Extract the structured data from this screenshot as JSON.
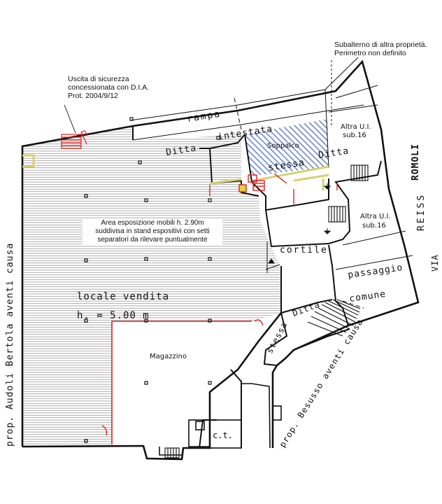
{
  "colors": {
    "wall": "#111111",
    "hatch": "#8a8a8a",
    "red": "#e01e1e",
    "yellow": "#d8d070",
    "blue_hatch": "#5577cc"
  },
  "notes": {
    "exit": [
      "Uscita di sicurezza",
      "concessionata con D.I.A.",
      "Prot. 2004/9/12"
    ],
    "subalterno": [
      "Subalterno di altra proprietà.",
      "Perimetro non definito"
    ],
    "area": [
      "Area esposizione mobili h. 2.90m",
      "suddivisa in stand espositivi con setti",
      "separatori da rilevare puntualmente"
    ]
  },
  "labels": {
    "rampa": "rampa",
    "ditta": "Ditta",
    "intestata": "intestata",
    "soppalco": "Soppalco",
    "stessa": "stessa",
    "ditta2": "Ditta",
    "altra_ui_top_1": "Altra U.I.",
    "altra_ui_top_2": "sub.16",
    "altra_ui_mid_1": "Altra U.I.",
    "altra_ui_mid_2": "sub.16",
    "cortile": "cortile",
    "passaggio": "passaggio",
    "comune": "comune",
    "locale_vendita": "locale   vendita",
    "altezza": "h. = 5.00  m",
    "magazzino": "Magazzino",
    "ct": "c.t.",
    "stessa2": "stessa",
    "ditta3": "Ditta",
    "besusso": "prop. Besusso  aventi  causa",
    "audoli": "prop. Audoli Bertola aventi causa",
    "via": "VIA",
    "reiss": "REISS",
    "romoli": "ROMOLI"
  }
}
